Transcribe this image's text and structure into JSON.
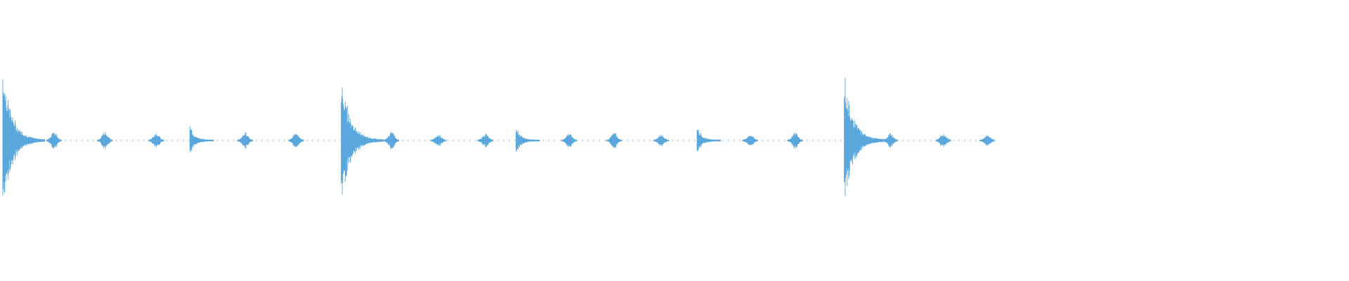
{
  "waveform": {
    "color": "#5aa7de",
    "background": "#ffffff",
    "active_fraction": 0.76,
    "events": [
      {
        "t": 0.0,
        "amp": 1.0,
        "kind": "strong"
      },
      {
        "t": 0.05,
        "amp": 0.1,
        "kind": "soft"
      },
      {
        "t": 0.1,
        "amp": 0.1,
        "kind": "soft"
      },
      {
        "t": 0.15,
        "amp": 0.09,
        "kind": "soft"
      },
      {
        "t": 0.183,
        "amp": 0.2,
        "kind": "medium"
      },
      {
        "t": 0.237,
        "amp": 0.09,
        "kind": "soft"
      },
      {
        "t": 0.287,
        "amp": 0.1,
        "kind": "soft"
      },
      {
        "t": 0.331,
        "amp": 0.86,
        "kind": "strong"
      },
      {
        "t": 0.38,
        "amp": 0.1,
        "kind": "soft"
      },
      {
        "t": 0.426,
        "amp": 0.07,
        "kind": "soft"
      },
      {
        "t": 0.472,
        "amp": 0.08,
        "kind": "soft"
      },
      {
        "t": 0.502,
        "amp": 0.18,
        "kind": "medium"
      },
      {
        "t": 0.554,
        "amp": 0.08,
        "kind": "soft"
      },
      {
        "t": 0.598,
        "amp": 0.09,
        "kind": "soft"
      },
      {
        "t": 0.644,
        "amp": 0.07,
        "kind": "soft"
      },
      {
        "t": 0.679,
        "amp": 0.18,
        "kind": "medium"
      },
      {
        "t": 0.731,
        "amp": 0.07,
        "kind": "soft"
      },
      {
        "t": 0.775,
        "amp": 0.09,
        "kind": "soft"
      },
      {
        "t": 0.823,
        "amp": 0.9,
        "kind": "strong"
      },
      {
        "t": 0.868,
        "amp": 0.08,
        "kind": "soft"
      },
      {
        "t": 0.92,
        "amp": 0.08,
        "kind": "soft"
      },
      {
        "t": 0.963,
        "amp": 0.06,
        "kind": "soft"
      }
    ]
  }
}
